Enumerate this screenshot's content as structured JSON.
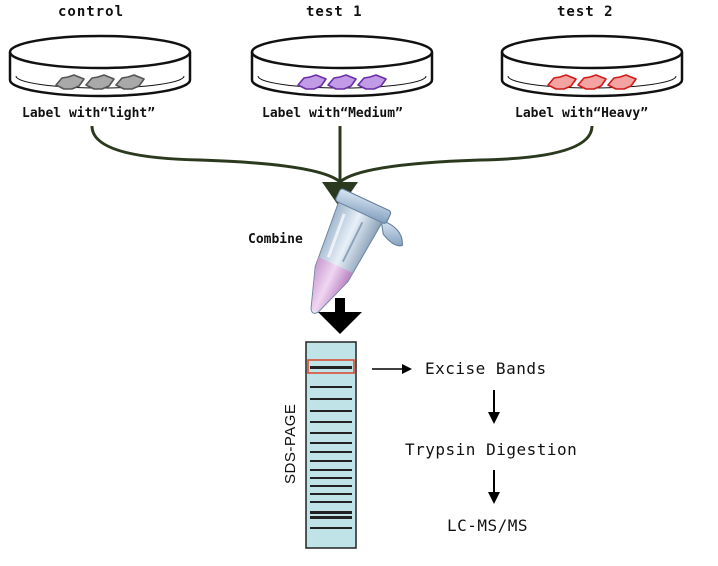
{
  "dishes": [
    {
      "title": "control",
      "label": "Label with“light”",
      "cell_color": "#a9a9a9",
      "cell_stroke": "#555555"
    },
    {
      "title": "test 1",
      "label": "Label with“Medium”",
      "cell_color": "#c29be6",
      "cell_stroke": "#6a2fa8"
    },
    {
      "title": "test 2",
      "label": "Label with“Heavy”",
      "cell_color": "#f4a3a3",
      "cell_stroke": "#d21a1a"
    }
  ],
  "combine_label": "Combine",
  "gel": {
    "label": "SDS-PAGE",
    "background": "#bfe3e6",
    "band_color": "#222222",
    "highlight_color": "#d9442a"
  },
  "steps": {
    "excise": "Excise Bands",
    "digest": "Trypsin Digestion",
    "lcms": "LC-MS/MS"
  },
  "colors": {
    "connector": "#2b3a1e",
    "arrow": "#000000"
  }
}
